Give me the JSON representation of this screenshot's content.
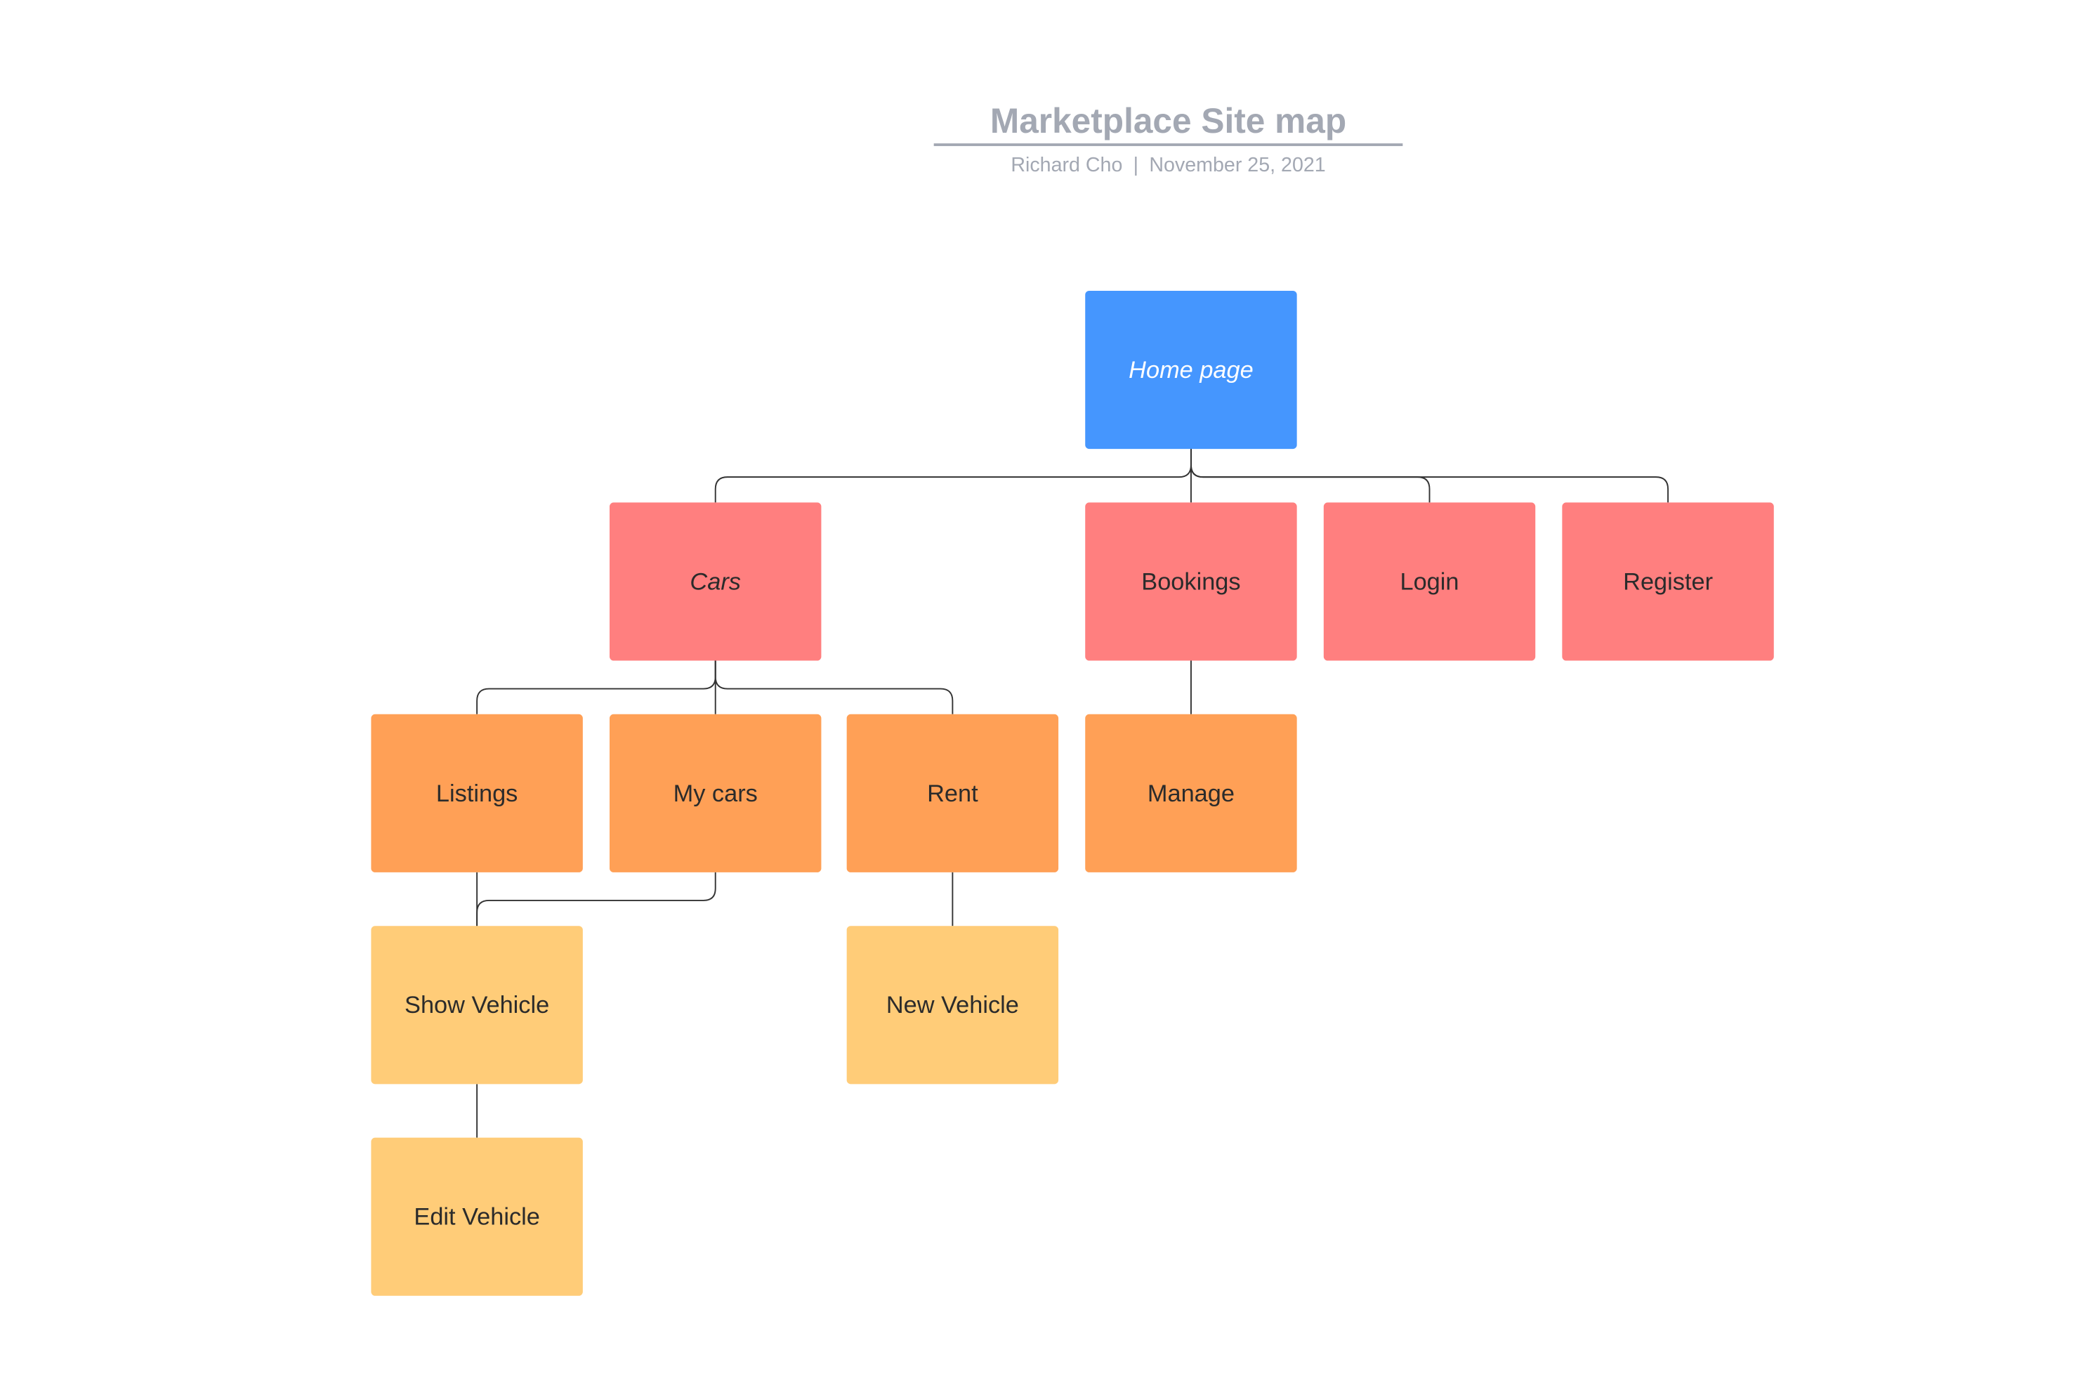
{
  "header": {
    "title": "Marketplace Site map",
    "author": "Richard Cho",
    "separator": "|",
    "date": "November 25, 2021"
  },
  "colors": {
    "root": "#4596fe",
    "level1": "#ff7f7f",
    "level2": "#ffa056",
    "level3": "#ffcc78",
    "connector": "#333333",
    "title_text": "#a3a8b3"
  },
  "nodes": {
    "home": {
      "label": "Home page"
    },
    "cars": {
      "label": "Cars"
    },
    "bookings": {
      "label": "Bookings"
    },
    "login": {
      "label": "Login"
    },
    "register": {
      "label": "Register"
    },
    "listings": {
      "label": "Listings"
    },
    "my_cars": {
      "label": "My cars"
    },
    "rent": {
      "label": "Rent"
    },
    "manage": {
      "label": "Manage"
    },
    "show_vehicle": {
      "label": "Show Vehicle"
    },
    "new_vehicle": {
      "label": "New Vehicle"
    },
    "edit_vehicle": {
      "label": "Edit Vehicle"
    }
  },
  "edges": [
    [
      "home",
      "cars"
    ],
    [
      "home",
      "bookings"
    ],
    [
      "home",
      "login"
    ],
    [
      "home",
      "register"
    ],
    [
      "cars",
      "listings"
    ],
    [
      "cars",
      "my_cars"
    ],
    [
      "cars",
      "rent"
    ],
    [
      "bookings",
      "manage"
    ],
    [
      "listings",
      "show_vehicle"
    ],
    [
      "my_cars",
      "show_vehicle"
    ],
    [
      "rent",
      "new_vehicle"
    ],
    [
      "show_vehicle",
      "edit_vehicle"
    ]
  ]
}
